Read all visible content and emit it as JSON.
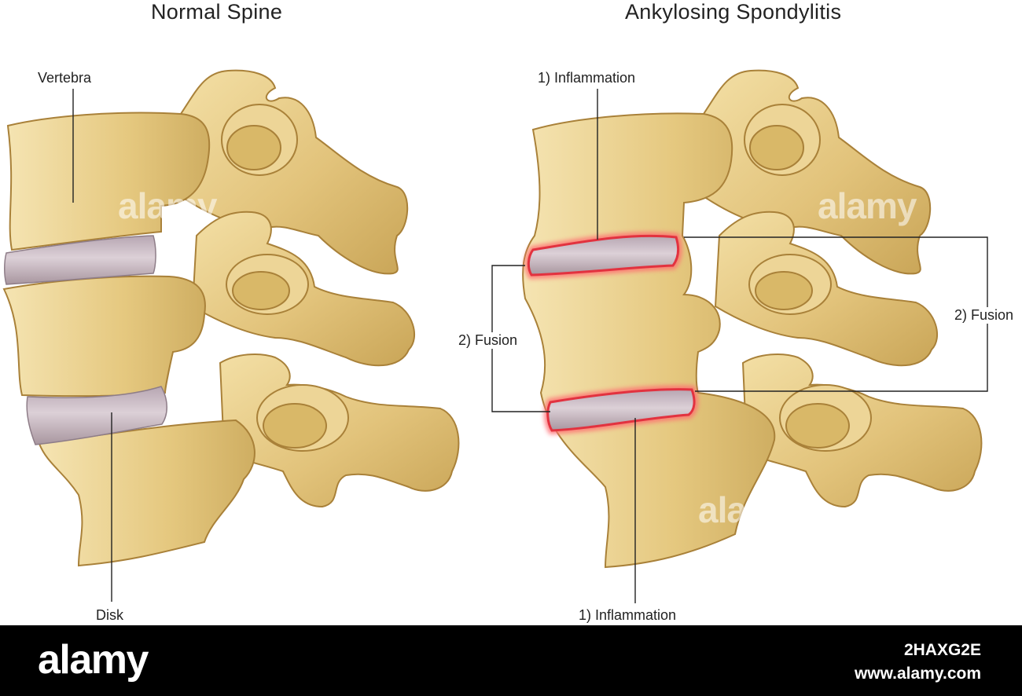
{
  "titles": {
    "left": "Normal Spine",
    "right": "Ankylosing Spondylitis"
  },
  "labels": {
    "vertebra": "Vertebra",
    "disk": "Disk",
    "inflammation_top": "1) Inflammation",
    "inflammation_bottom": "1) Inflammation",
    "fusion_left": "2) Fusion",
    "fusion_right": "2) Fusion"
  },
  "watermark": {
    "word": "alamy",
    "logo": "alamy",
    "image_code": "2HAXG2E",
    "url": "www.alamy.com"
  },
  "colors": {
    "bone": "#e3c47c",
    "bone_dark": "#b08a3c",
    "bone_light": "#f4e2ad",
    "disk": "#c9b9c4",
    "inflamed_ring": "#e2323f",
    "outline": "#a98139"
  }
}
